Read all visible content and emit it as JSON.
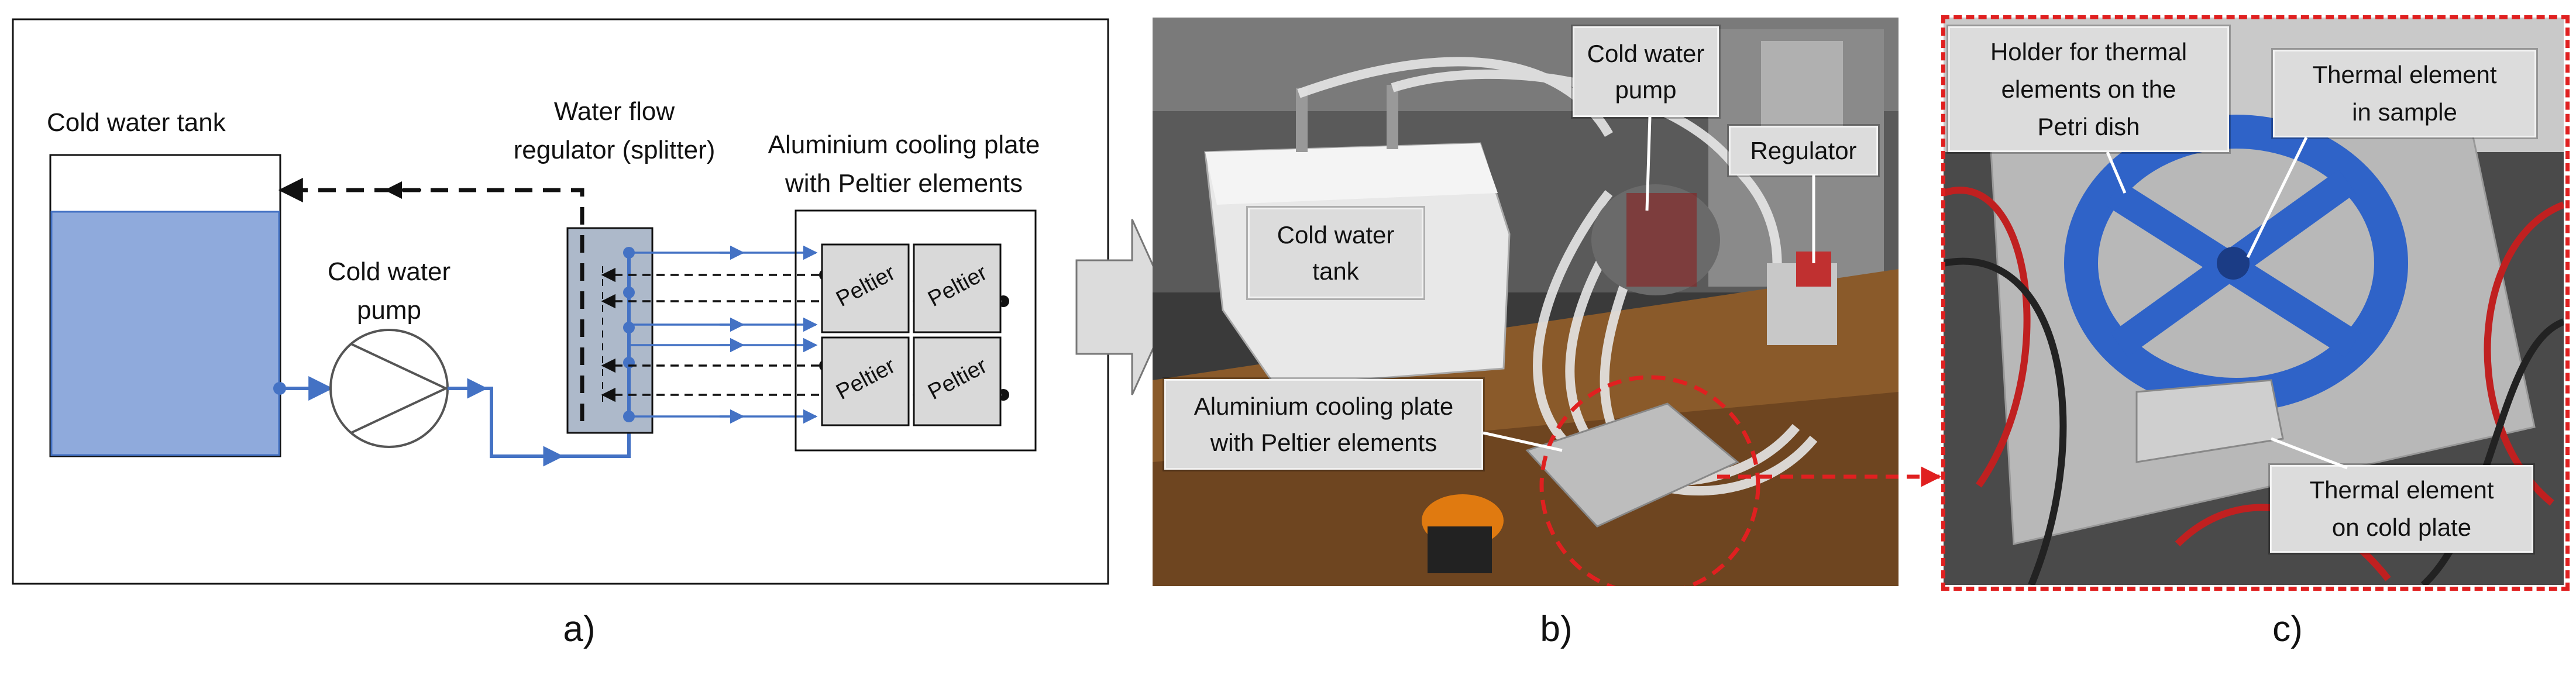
{
  "panel_a": {
    "caption": "a)",
    "tank_label": "Cold water tank",
    "pump_label": "Cold water\npump",
    "regulator_label": "Water flow\nregulator (splitter)",
    "plate_label": "Aluminium cooling plate\nwith Peltier elements",
    "peltier_label": "Peltier",
    "colors": {
      "water": "#8faadc",
      "pipe": "#4472c4",
      "regulator": "#adb9ca",
      "peltier": "#d9d9d9"
    }
  },
  "panel_b": {
    "caption": "b)",
    "callout_tank": "Cold water\ntank",
    "callout_pump": "Cold water\npump",
    "callout_regulator": "Regulator",
    "callout_plate": "Aluminium cooling plate\nwith Peltier elements"
  },
  "panel_c": {
    "caption": "c)",
    "callout_holder": "Holder for thermal\nelements on the\nPetri dish",
    "callout_sample": "Thermal element\nin sample",
    "callout_cold_plate": "Thermal element\non cold plate",
    "colors": {
      "dashed_frame": "#e02020",
      "holder": "#2f63c8"
    }
  }
}
